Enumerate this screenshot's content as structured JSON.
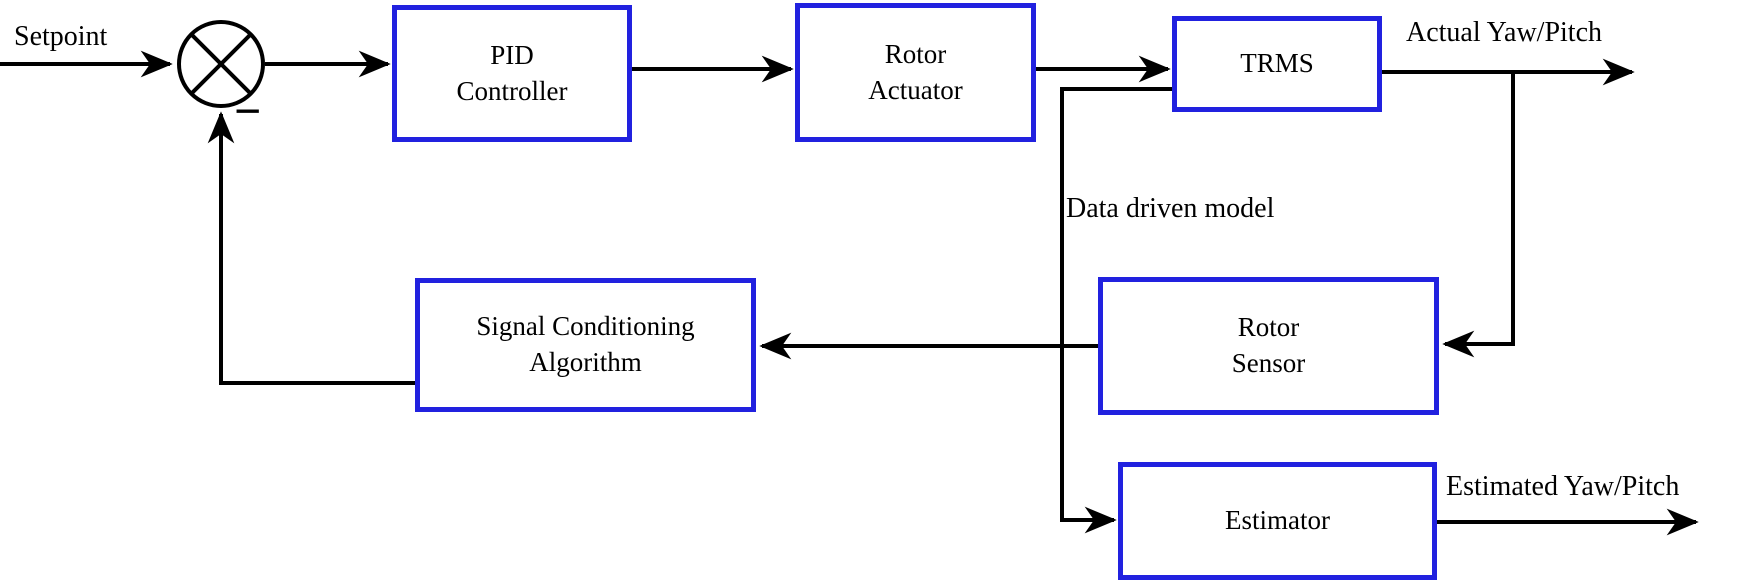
{
  "blocks": {
    "pid": {
      "label": "PID\nController"
    },
    "rotor_actuator": {
      "label": "Rotor\nActuator"
    },
    "trms": {
      "label": "TRMS"
    },
    "signal_conditioning": {
      "label": "Signal Conditioning\nAlgorithm"
    },
    "rotor_sensor": {
      "label": "Rotor\nSensor"
    },
    "estimator": {
      "label": "Estimator"
    }
  },
  "labels": {
    "setpoint": "Setpoint",
    "actual_output": "Actual Yaw/Pitch",
    "estimated_output": "Estimated Yaw/Pitch",
    "data_driven": "Data driven model",
    "minus_sign": "−"
  },
  "colors": {
    "block_border": "#2121DF",
    "line": "#000000",
    "text": "#000000",
    "background": "#FFFFFF"
  }
}
